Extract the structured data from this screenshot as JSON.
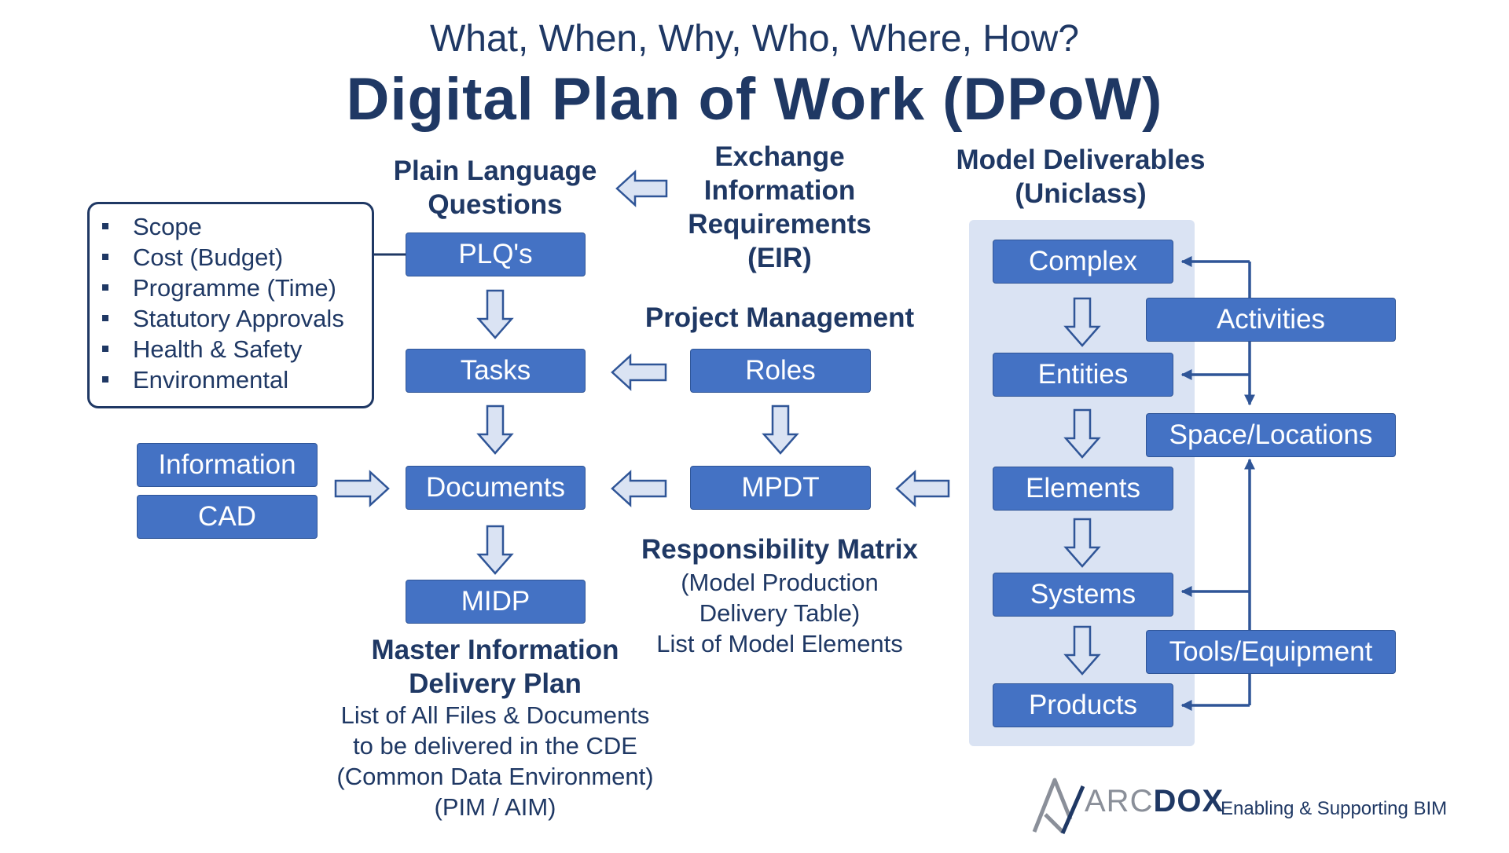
{
  "title": {
    "subtitle": "What, When, Why, Who, Where, How?",
    "main": "Digital Plan of Work (DPoW)"
  },
  "headings": {
    "plq_line1": "Plain Language",
    "plq_line2": "Questions",
    "eir_line1": "Exchange",
    "eir_line2": "Information",
    "eir_line3": "Requirements",
    "eir_line4": "(EIR)",
    "model_line1": "Model Deliverables",
    "model_line2": "(Uniclass)",
    "project_management": "Project Management",
    "resp_matrix": "Responsibility Matrix",
    "midp_line1": "Master Information",
    "midp_line2": "Delivery Plan"
  },
  "descriptions": {
    "mpdt_line1": "(Model Production",
    "mpdt_line2": "Delivery Table)",
    "mpdt_line3": "List of Model Elements",
    "midp_line1": "List of All Files & Documents",
    "midp_line2": "to be delivered in the CDE",
    "midp_line3": "(Common Data Environment)",
    "midp_line4": "(PIM / AIM)"
  },
  "bullet_items": [
    "Scope",
    "Cost (Budget)",
    "Programme (Time)",
    "Statutory Approvals",
    "Health & Safety",
    "Environmental"
  ],
  "boxes": {
    "plqs": "PLQ's",
    "tasks": "Tasks",
    "documents": "Documents",
    "midp": "MIDP",
    "information": "Information",
    "cad": "CAD",
    "roles": "Roles",
    "mpdt": "MPDT",
    "complex": "Complex",
    "entities": "Entities",
    "elements": "Elements",
    "systems": "Systems",
    "products": "Products",
    "activities": "Activities",
    "space_locations": "Space/Locations",
    "tools_equipment": "Tools/Equipment"
  },
  "logo": {
    "arc": "ARC",
    "dox": "DOX",
    "tagline": "Enabling & Supporting BIM"
  },
  "colors": {
    "box_fill": "#4472c4",
    "text_dark": "#1f3864",
    "panel": "#dae3f3",
    "arrow_fill": "#dae3f3",
    "arrow_stroke": "#2f5597"
  }
}
